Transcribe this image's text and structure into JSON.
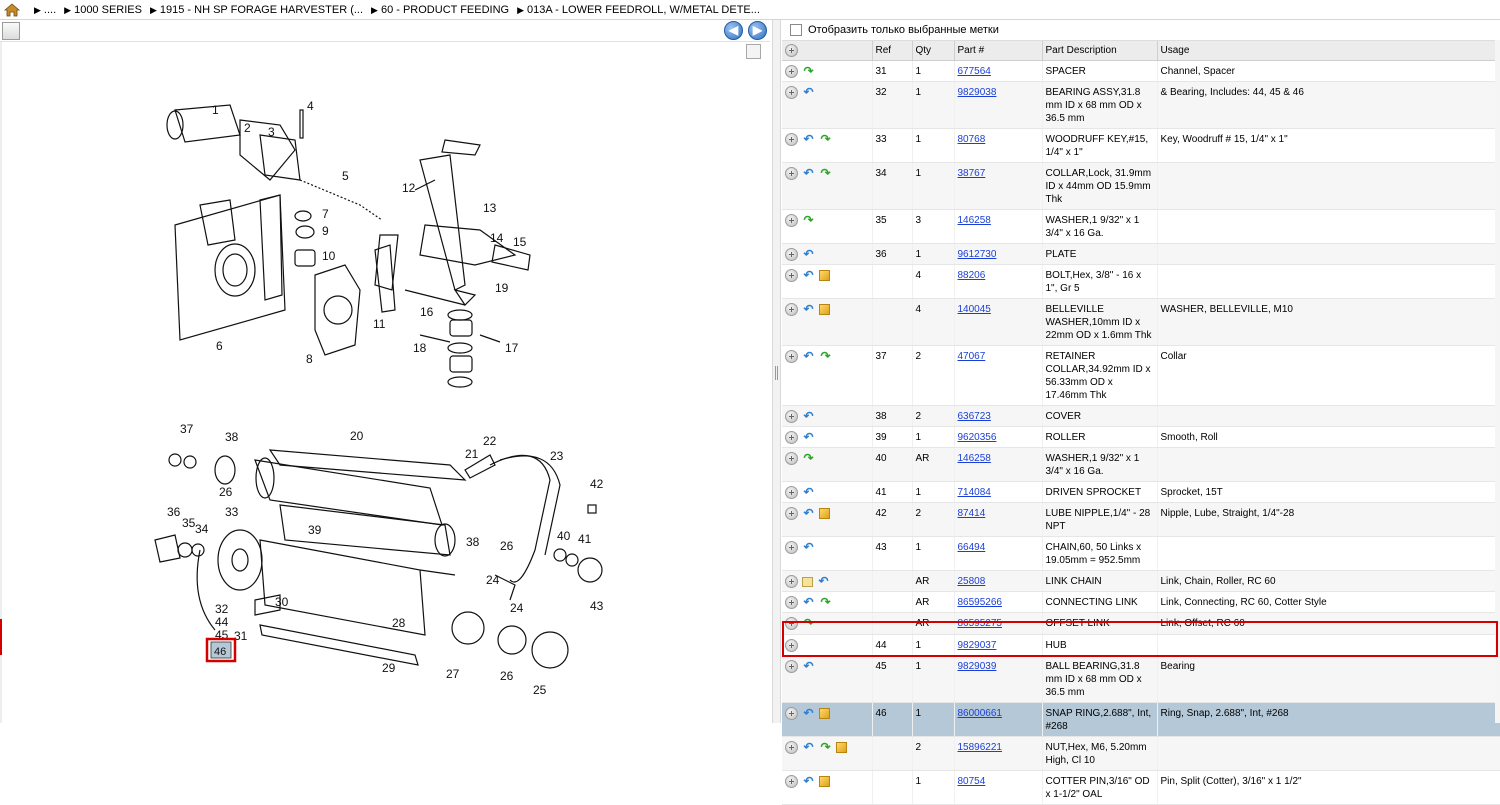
{
  "breadcrumb": {
    "home_icon": "house-icon",
    "items": [
      "....",
      "1000 SERIES",
      "1915 - NH SP FORAGE HARVESTER (...",
      "60 - PRODUCT FEEDING",
      "013A - LOWER FEEDROLL, W/METAL DETE..."
    ]
  },
  "left_toolbar": {
    "back_icon": "arrow-left-icon",
    "forward_icon": "arrow-right-icon",
    "print_icon": "print-icon"
  },
  "diagram": {
    "callouts_top": [
      "1",
      "2",
      "3",
      "4",
      "5",
      "6",
      "7",
      "8",
      "9",
      "10",
      "11",
      "12",
      "13",
      "14",
      "15",
      "16",
      "17",
      "18",
      "19"
    ],
    "callouts_bottom": [
      "20",
      "21",
      "22",
      "23",
      "24",
      "25",
      "26",
      "27",
      "28",
      "29",
      "30",
      "31",
      "32",
      "33",
      "34",
      "35",
      "36",
      "37",
      "38",
      "39",
      "40",
      "41",
      "42",
      "43",
      "44",
      "45"
    ],
    "highlighted_callout": "46",
    "highlight_color": "#d40000"
  },
  "filter": {
    "label": "Отобразить только выбранные метки",
    "checked": false
  },
  "table": {
    "headers": [
      "Ref",
      "Qty",
      "Part #",
      "Part Description",
      "Usage"
    ],
    "rows": [
      {
        "icons": [
          "fwd"
        ],
        "ref": "31",
        "qty": "1",
        "part": "677564",
        "desc": "SPACER",
        "usage": "Channel, Spacer"
      },
      {
        "icons": [
          "back"
        ],
        "ref": "32",
        "qty": "1",
        "part": "9829038",
        "desc": "BEARING ASSY,31.8 mm ID x 68 mm OD x 36.5 mm",
        "usage": "& Bearing, Includes: 44, 45 & 46"
      },
      {
        "icons": [
          "back",
          "fwd"
        ],
        "ref": "33",
        "qty": "1",
        "part": "80768",
        "desc": "WOODRUFF KEY,#15, 1/4\" x 1\"",
        "usage": "Key, Woodruff # 15, 1/4\" x 1\""
      },
      {
        "icons": [
          "back",
          "fwd"
        ],
        "ref": "34",
        "qty": "1",
        "part": "38767",
        "desc": "COLLAR,Lock, 31.9mm ID x 44mm OD 15.9mm Thk",
        "usage": ""
      },
      {
        "icons": [
          "fwd"
        ],
        "ref": "35",
        "qty": "3",
        "part": "146258",
        "desc": "WASHER,1 9/32\" x 1 3/4\" x 16 Ga.",
        "usage": ""
      },
      {
        "icons": [
          "back"
        ],
        "ref": "36",
        "qty": "1",
        "part": "9612730",
        "desc": "PLATE",
        "usage": ""
      },
      {
        "icons": [
          "back",
          "box"
        ],
        "ref": "",
        "qty": "4",
        "part": "88206",
        "desc": "BOLT,Hex, 3/8\" - 16 x 1\", Gr 5",
        "usage": ""
      },
      {
        "icons": [
          "back",
          "box"
        ],
        "ref": "",
        "qty": "4",
        "part": "140045",
        "desc": "BELLEVILLE WASHER,10mm ID x 22mm OD x 1.6mm Thk",
        "usage": "WASHER, BELLEVILLE, M10"
      },
      {
        "icons": [
          "back",
          "fwd"
        ],
        "ref": "37",
        "qty": "2",
        "part": "47067",
        "desc": "RETAINER COLLAR,34.92mm ID x 56.33mm OD x 17.46mm Thk",
        "usage": "Collar"
      },
      {
        "icons": [
          "back"
        ],
        "ref": "38",
        "qty": "2",
        "part": "636723",
        "desc": "COVER",
        "usage": ""
      },
      {
        "icons": [
          "back"
        ],
        "ref": "39",
        "qty": "1",
        "part": "9620356",
        "desc": "ROLLER",
        "usage": "Smooth, Roll"
      },
      {
        "icons": [
          "fwd"
        ],
        "ref": "40",
        "qty": "AR",
        "part": "146258",
        "desc": "WASHER,1 9/32\" x 1 3/4\" x 16 Ga.",
        "usage": ""
      },
      {
        "icons": [
          "back"
        ],
        "ref": "41",
        "qty": "1",
        "part": "714084",
        "desc": "DRIVEN SPROCKET",
        "usage": "Sprocket, 15T"
      },
      {
        "icons": [
          "back",
          "box"
        ],
        "ref": "42",
        "qty": "2",
        "part": "87414",
        "desc": "LUBE NIPPLE,1/4\" - 28 NPT",
        "usage": "Nipple, Lube, Straight, 1/4\"-28"
      },
      {
        "icons": [
          "back"
        ],
        "ref": "43",
        "qty": "1",
        "part": "66494",
        "desc": "CHAIN,60, 50 Links x 19.05mm = 952.5mm",
        "usage": ""
      },
      {
        "icons": [
          "note",
          "back"
        ],
        "ref": "",
        "qty": "AR",
        "part": "25808",
        "desc": "LINK CHAIN",
        "usage": "Link, Chain, Roller, RC 60"
      },
      {
        "icons": [
          "back",
          "fwd"
        ],
        "ref": "",
        "qty": "AR",
        "part": "86595266",
        "desc": "CONNECTING LINK",
        "usage": "Link, Connecting, RC 60, Cotter Style"
      },
      {
        "icons": [
          "fwd"
        ],
        "ref": "",
        "qty": "AR",
        "part": "86595275",
        "desc": "OFFSET LINK",
        "usage": "Link, Offset, RC 60"
      },
      {
        "icons": [],
        "ref": "44",
        "qty": "1",
        "part": "9829037",
        "desc": "HUB",
        "usage": ""
      },
      {
        "icons": [
          "back"
        ],
        "ref": "45",
        "qty": "1",
        "part": "9829039",
        "desc": "BALL BEARING,31.8 mm ID x 68 mm OD x 36.5 mm",
        "usage": "Bearing"
      },
      {
        "icons": [
          "back",
          "box"
        ],
        "ref": "46",
        "qty": "1",
        "part": "86000661",
        "desc": "SNAP RING,2.688\", Int, #268",
        "usage": "Ring, Snap, 2.688\", Int, #268",
        "selected": true
      },
      {
        "icons": [
          "back",
          "fwd",
          "box"
        ],
        "ref": "",
        "qty": "2",
        "part": "15896221",
        "desc": "NUT,Hex, M6, 5.20mm High, Cl 10",
        "usage": ""
      },
      {
        "icons": [
          "back",
          "box"
        ],
        "ref": "",
        "qty": "1",
        "part": "80754",
        "desc": "COTTER PIN,3/16\" OD x 1-1/2\" OAL",
        "usage": "Pin, Split (Cotter), 3/16\" x 1 1/2\""
      }
    ]
  }
}
